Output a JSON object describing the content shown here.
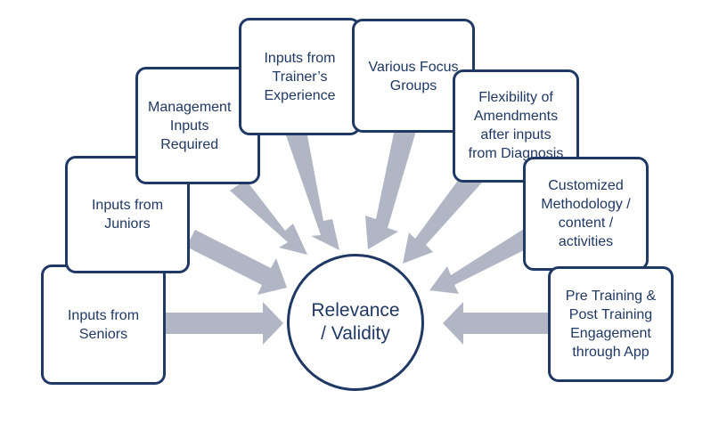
{
  "center": {
    "label": "Relevance\n/ Validity"
  },
  "inputs": [
    {
      "label": "Inputs from\nSeniors"
    },
    {
      "label": "Inputs from\nJuniors"
    },
    {
      "label": "Management\nInputs\nRequired"
    },
    {
      "label": "Inputs from\nTrainer’s\nExperience"
    },
    {
      "label": "Various Focus\nGroups"
    },
    {
      "label": "Flexibility of\nAmendments\nafter inputs\nfrom Diagnosis"
    },
    {
      "label": "Customized\nMethodology /\ncontent /\nactivities"
    },
    {
      "label": "Pre Training &\nPost Training\nEngagement\nthrough App"
    }
  ],
  "colors": {
    "border": "#1f3864",
    "text": "#1f3864",
    "arrow": "#b1b6c5"
  }
}
